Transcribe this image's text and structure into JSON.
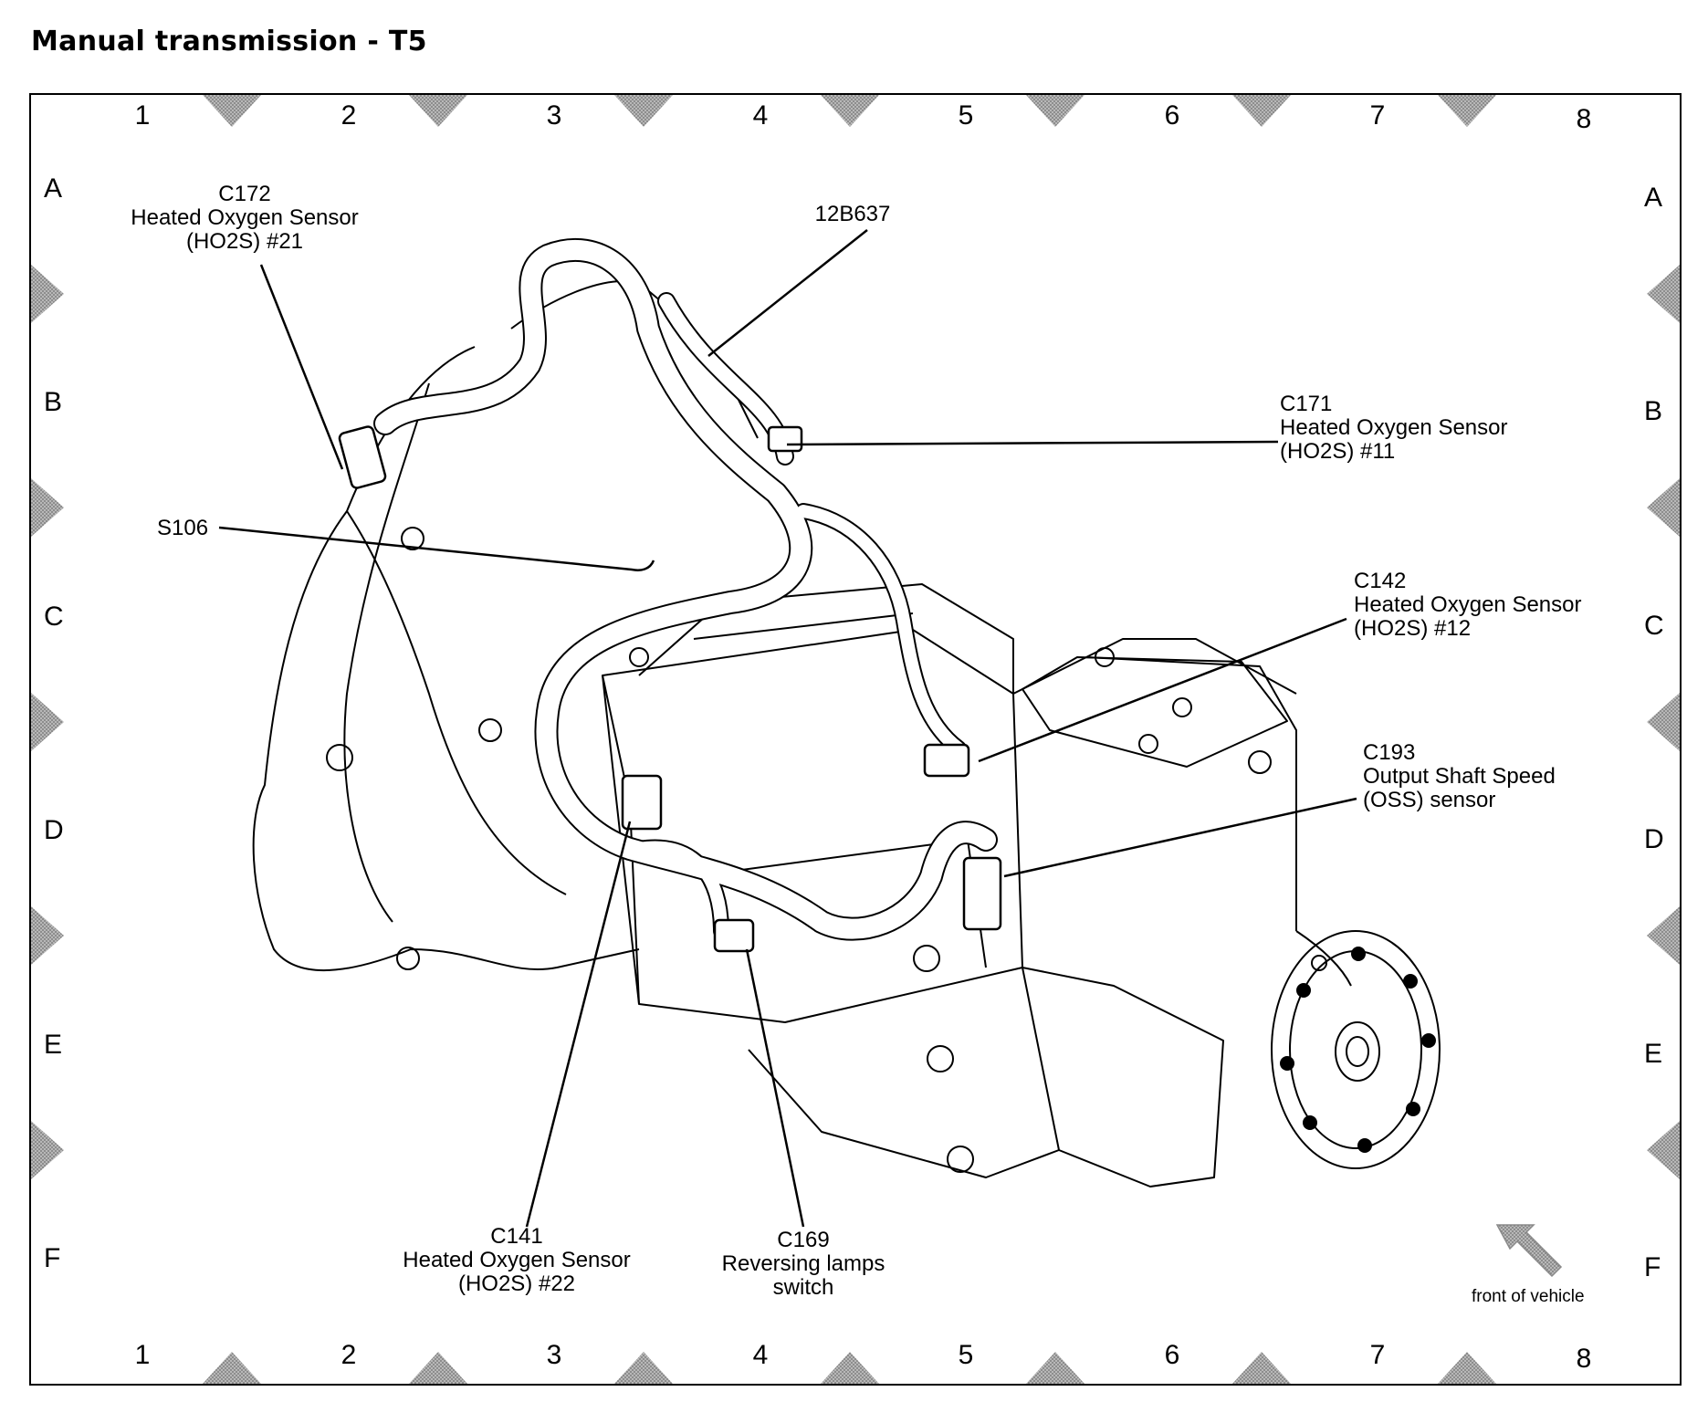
{
  "title": "Manual transmission - T5",
  "grid": {
    "columns": [
      "1",
      "2",
      "3",
      "4",
      "5",
      "6",
      "7",
      "8"
    ],
    "rows": [
      "A",
      "B",
      "C",
      "D",
      "E",
      "F"
    ]
  },
  "callouts": {
    "c172": {
      "id": "C172",
      "line1": "Heated Oxygen Sensor",
      "line2": "(HO2S) #21"
    },
    "harness": {
      "id": "12B637"
    },
    "c171": {
      "id": "C171",
      "line1": "Heated Oxygen Sensor",
      "line2": "(HO2S) #11"
    },
    "s106": {
      "id": "S106"
    },
    "c142": {
      "id": "C142",
      "line1": "Heated Oxygen Sensor",
      "line2": "(HO2S) #12"
    },
    "c193": {
      "id": "C193",
      "line1": "Output Shaft Speed",
      "line2": "(OSS) sensor"
    },
    "c141": {
      "id": "C141",
      "line1": "Heated Oxygen Sensor",
      "line2": "(HO2S) #22"
    },
    "c169": {
      "id": "C169",
      "line1": "Reversing lamps",
      "line2": "switch"
    }
  },
  "front_of_vehicle": "front of vehicle",
  "colors": {
    "line": "#000000",
    "marker": "#9a9a9a",
    "background": "#ffffff"
  }
}
